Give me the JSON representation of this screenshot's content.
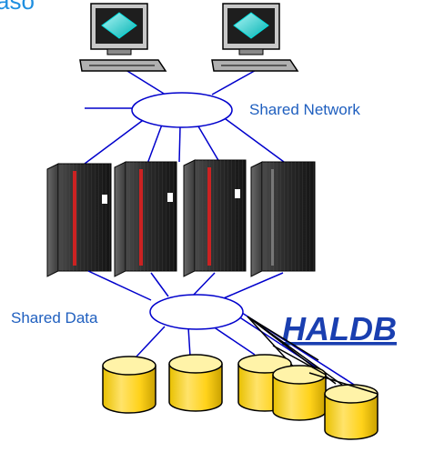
{
  "diagram": {
    "title_fragment": "aso",
    "shared_network_label": "Shared Network",
    "shared_data_label": "Shared Data",
    "haldb_label": "HALDB",
    "colors": {
      "link_blue": "#0000cc",
      "label_blue": "#1f5fbf",
      "haldb_blue": "#1a3fb0",
      "cloud_fill": "#ffffff",
      "disk_yellow": "#ffe36a",
      "disk_top": "#fff3a8",
      "server_dark": "#2f2f2f",
      "server_accent": "#cc2222",
      "monitor_teal": "#00cfcf"
    },
    "icons": [
      "workstation-icon",
      "server-rack-icon",
      "disk-drum-icon",
      "network-cloud-icon"
    ]
  }
}
